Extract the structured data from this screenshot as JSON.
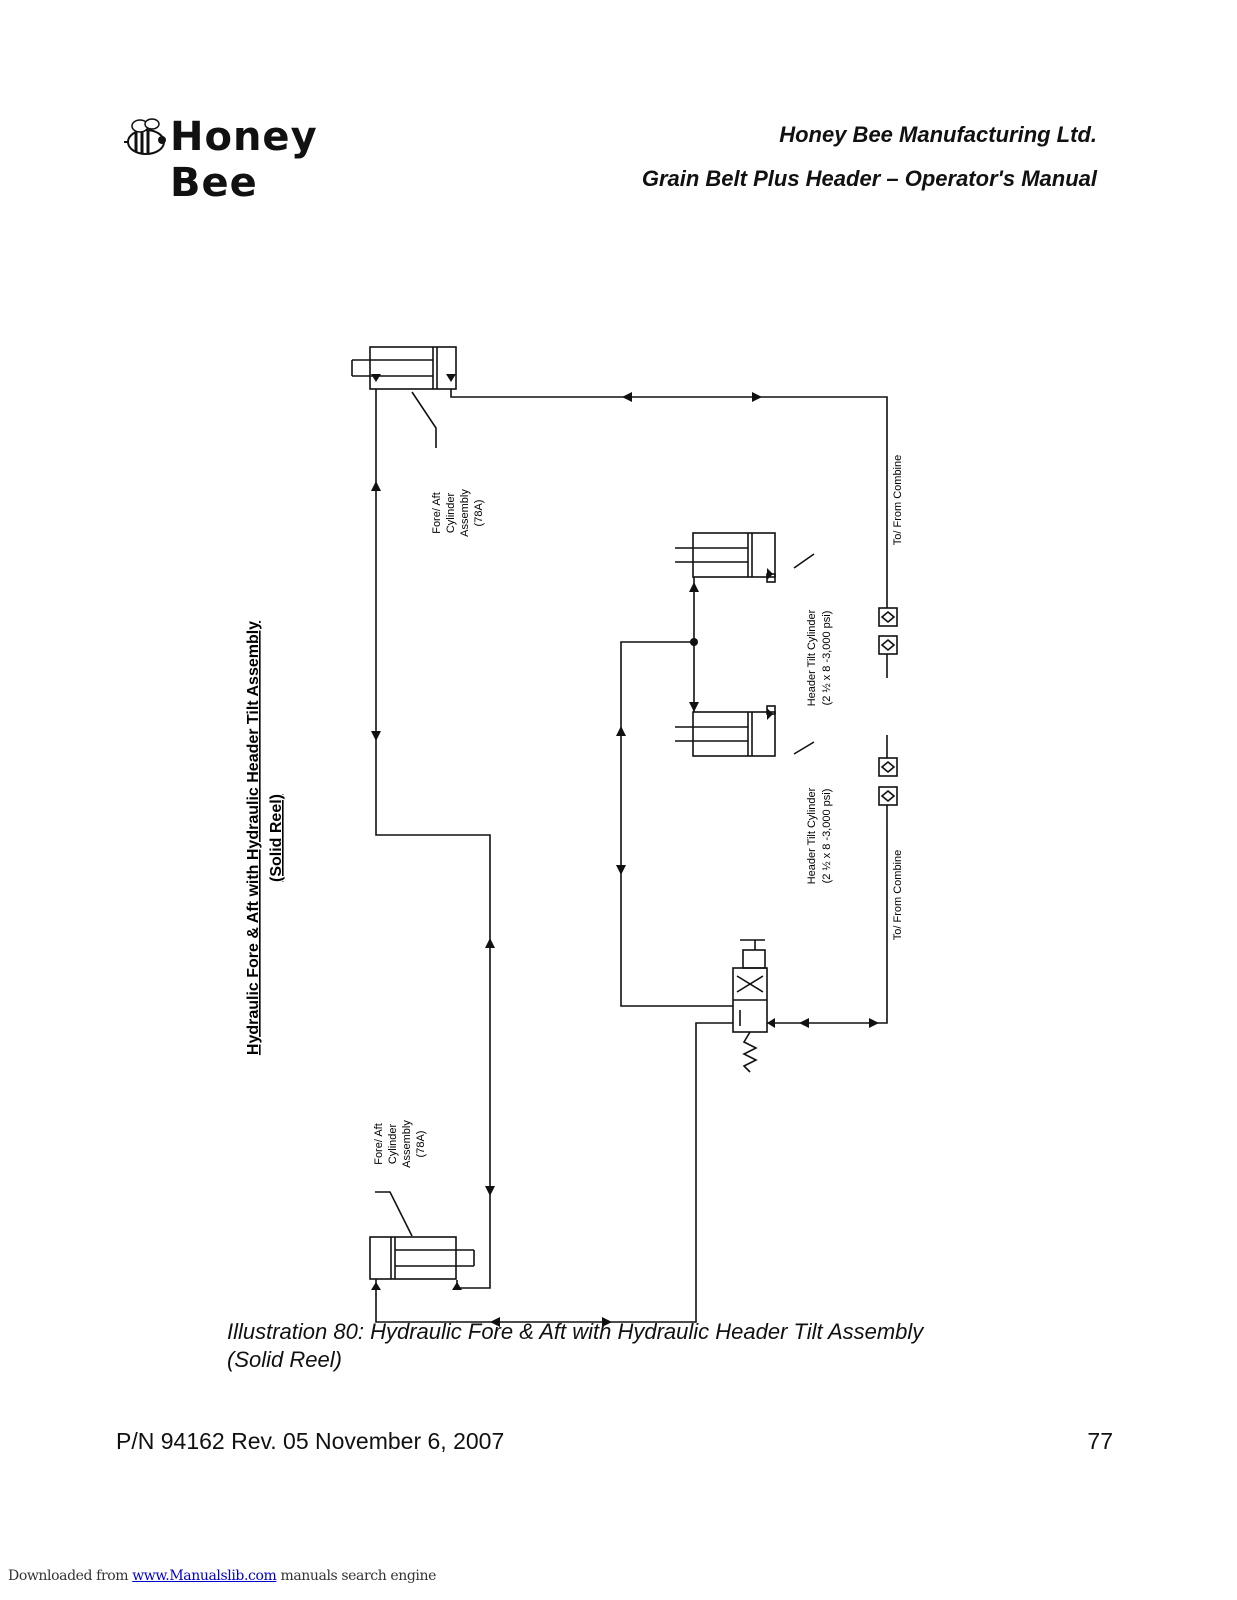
{
  "header": {
    "logo_text": "Honey Bee",
    "company": "Honey Bee Manufacturing Ltd.",
    "manual": "Grain Belt Plus Header – Operator's Manual"
  },
  "diagram": {
    "title_line1": "Hydraulic Fore & Aft with Hydraulic Header Tilt Assembly",
    "title_line2": "(Solid Reel)",
    "fore_aft_label": [
      "Fore/ Aft",
      "Cylinder",
      "Assembly",
      "(78A)"
    ],
    "tilt_label": [
      "Header Tilt Cylinder",
      "(2 ½ x 8 -3,000 psi)"
    ],
    "combine_label": "To/ From Combine"
  },
  "caption": "Illustration 80: Hydraulic Fore & Aft with Hydraulic Header Tilt Assembly (Solid Reel)",
  "footer": {
    "part_number": "P/N 94162 Rev. 05 November 6, 2007",
    "page": "77"
  },
  "download": {
    "prefix": "Downloaded from ",
    "link": "www.Manualslib.com",
    "suffix": "  manuals search engine"
  }
}
